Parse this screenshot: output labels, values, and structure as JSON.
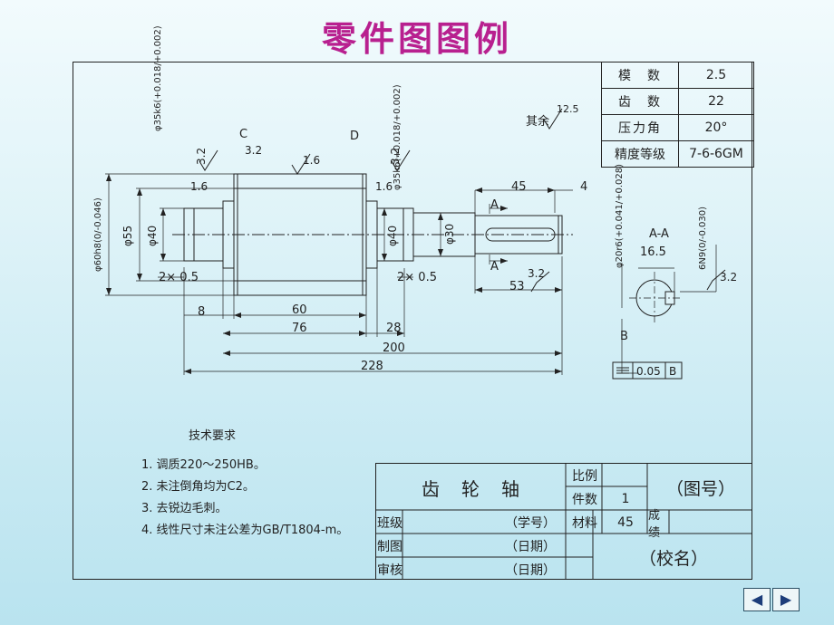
{
  "slide_title": "零件图图例",
  "params": {
    "rows": [
      {
        "label": "模　数",
        "value": "2.5"
      },
      {
        "label": "齿　数",
        "value": "22"
      },
      {
        "label": "压力角",
        "value": "20°"
      },
      {
        "label": "精度等级",
        "value": "7-6-6GM"
      }
    ]
  },
  "drawing": {
    "labels": {
      "phi35k6": "φ35k6(+0.018/+0.002)",
      "phi35k6_right": "φ35k6(+0.018/+0.002)",
      "phi60h8": "φ60h8(0/-0.046)",
      "phi55": "φ55",
      "phi40_left": "φ40",
      "phi40_right": "φ40",
      "phi30": "φ30",
      "phi20r6": "φ20r6(+0.041/+0.028)",
      "n6n9": "6N9(0/-0.030)",
      "c": "C",
      "d": "D",
      "r32a": "3.2",
      "r32b": "3.2",
      "r32c": "3.2",
      "r16a": "1.6",
      "r16b": "1.6",
      "r16c": "1.6",
      "d45": "45",
      "d4": "4",
      "d53": "53",
      "d32": "3.2",
      "cham_left": "2× 0.5",
      "cham_right": "2× 0.5",
      "d8": "8",
      "d60": "60",
      "d76": "76",
      "d28": "28",
      "d200": "200",
      "d228": "228",
      "a_top": "A",
      "a_bot": "A",
      "qiyu": "其余",
      "qiyu_val": "12.5",
      "sec_title": "A-A",
      "d165": "16.5",
      "b": "B",
      "r32_sec": "3.2",
      "sym_value": "0.05",
      "sym_datum": "B"
    }
  },
  "tech_req": {
    "heading": "技术要求",
    "items": [
      "1. 调质220～250HB。",
      "2. 未注倒角均为C2。",
      "3. 去锐边毛刺。",
      "4. 线性尺寸未注公差为GB/T1804-m。"
    ]
  },
  "title_block": {
    "part_name": "齿　轮　轴",
    "scale_label": "比例",
    "scale_value": "",
    "count_label": "件数",
    "count_value": "1",
    "material_label": "材料",
    "material_value": "45",
    "drawing_no": "（图号）",
    "class_label": "班级",
    "student_no": "（学号）",
    "grade_label": "成绩",
    "drawn_label": "制图",
    "drawn_date": "（日期）",
    "checked_label": "审核",
    "checked_date": "（日期）",
    "school": "（校名）"
  },
  "nav": {
    "back_icon": "back-arrow-icon",
    "forward_icon": "forward-arrow-icon"
  },
  "colors": {
    "title": "#b8208f",
    "line": "#222222"
  }
}
